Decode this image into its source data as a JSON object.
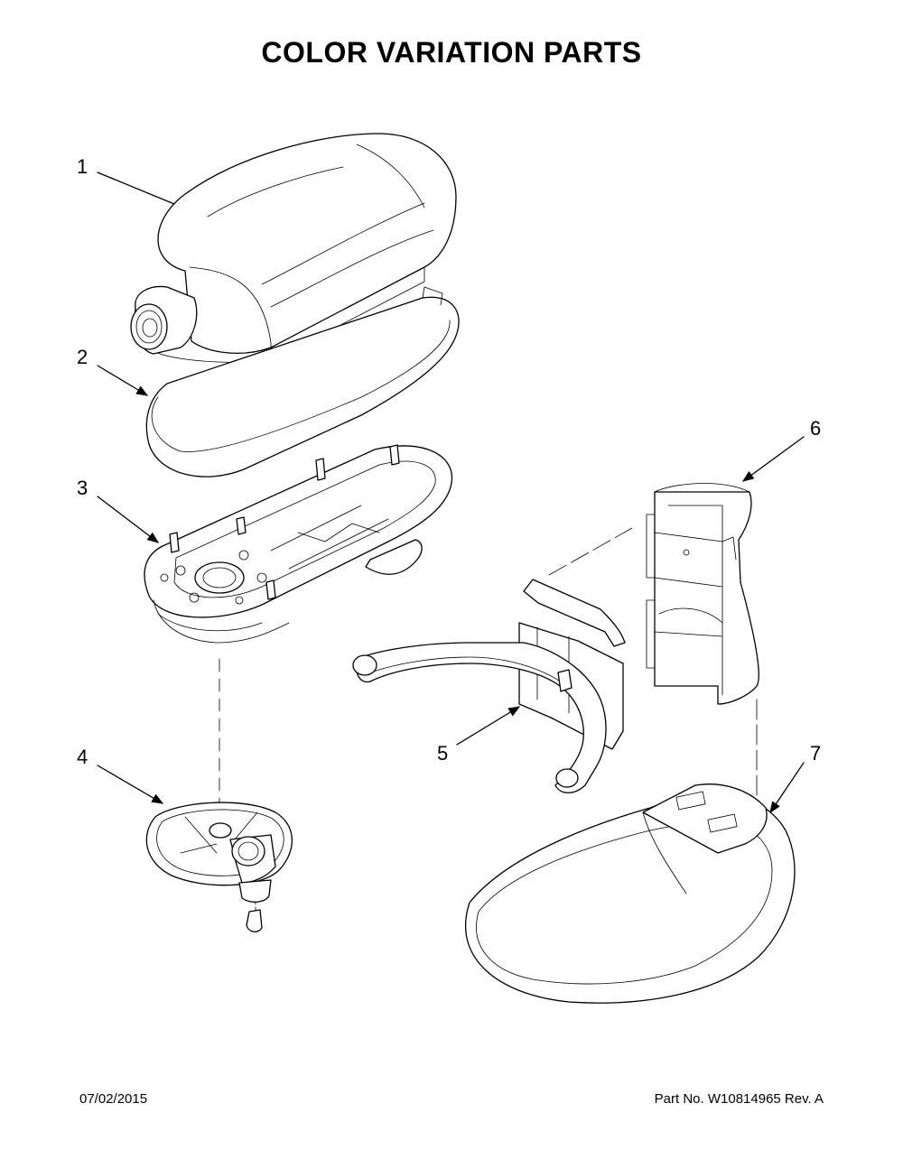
{
  "header": {
    "title": "COLOR VARIATION PARTS"
  },
  "callouts": [
    "1",
    "2",
    "3",
    "4",
    "5",
    "6",
    "7"
  ],
  "footer": {
    "date": "07/02/2015",
    "part_number": "Part No.  W10814965  Rev.  A"
  }
}
